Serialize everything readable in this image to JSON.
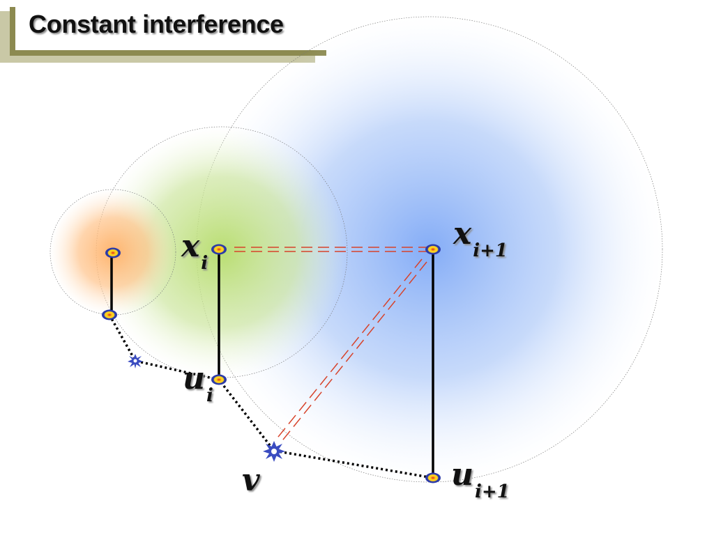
{
  "title": "Constant interference",
  "labels": {
    "x_i": {
      "main": "x",
      "sub": "i"
    },
    "x_i1": {
      "main": "x",
      "sub": "i+1"
    },
    "u_i": {
      "main": "u",
      "sub": "i"
    },
    "u_i1": {
      "main": "u",
      "sub": "i+1"
    },
    "v": {
      "main": "v",
      "sub": ""
    }
  },
  "colors": {
    "orange_region": "#ffb066",
    "green_region": "#b6dc6a",
    "blue_region": "#7ea8f6",
    "red_dashed": "#d7422a",
    "black_line": "#000000",
    "node_outer": "#2b3aa8",
    "node_mid": "#ffd21f",
    "node_inner": "#e0281c",
    "star_fill": "#3a4cc0",
    "title_border": "#8c8a50"
  }
}
